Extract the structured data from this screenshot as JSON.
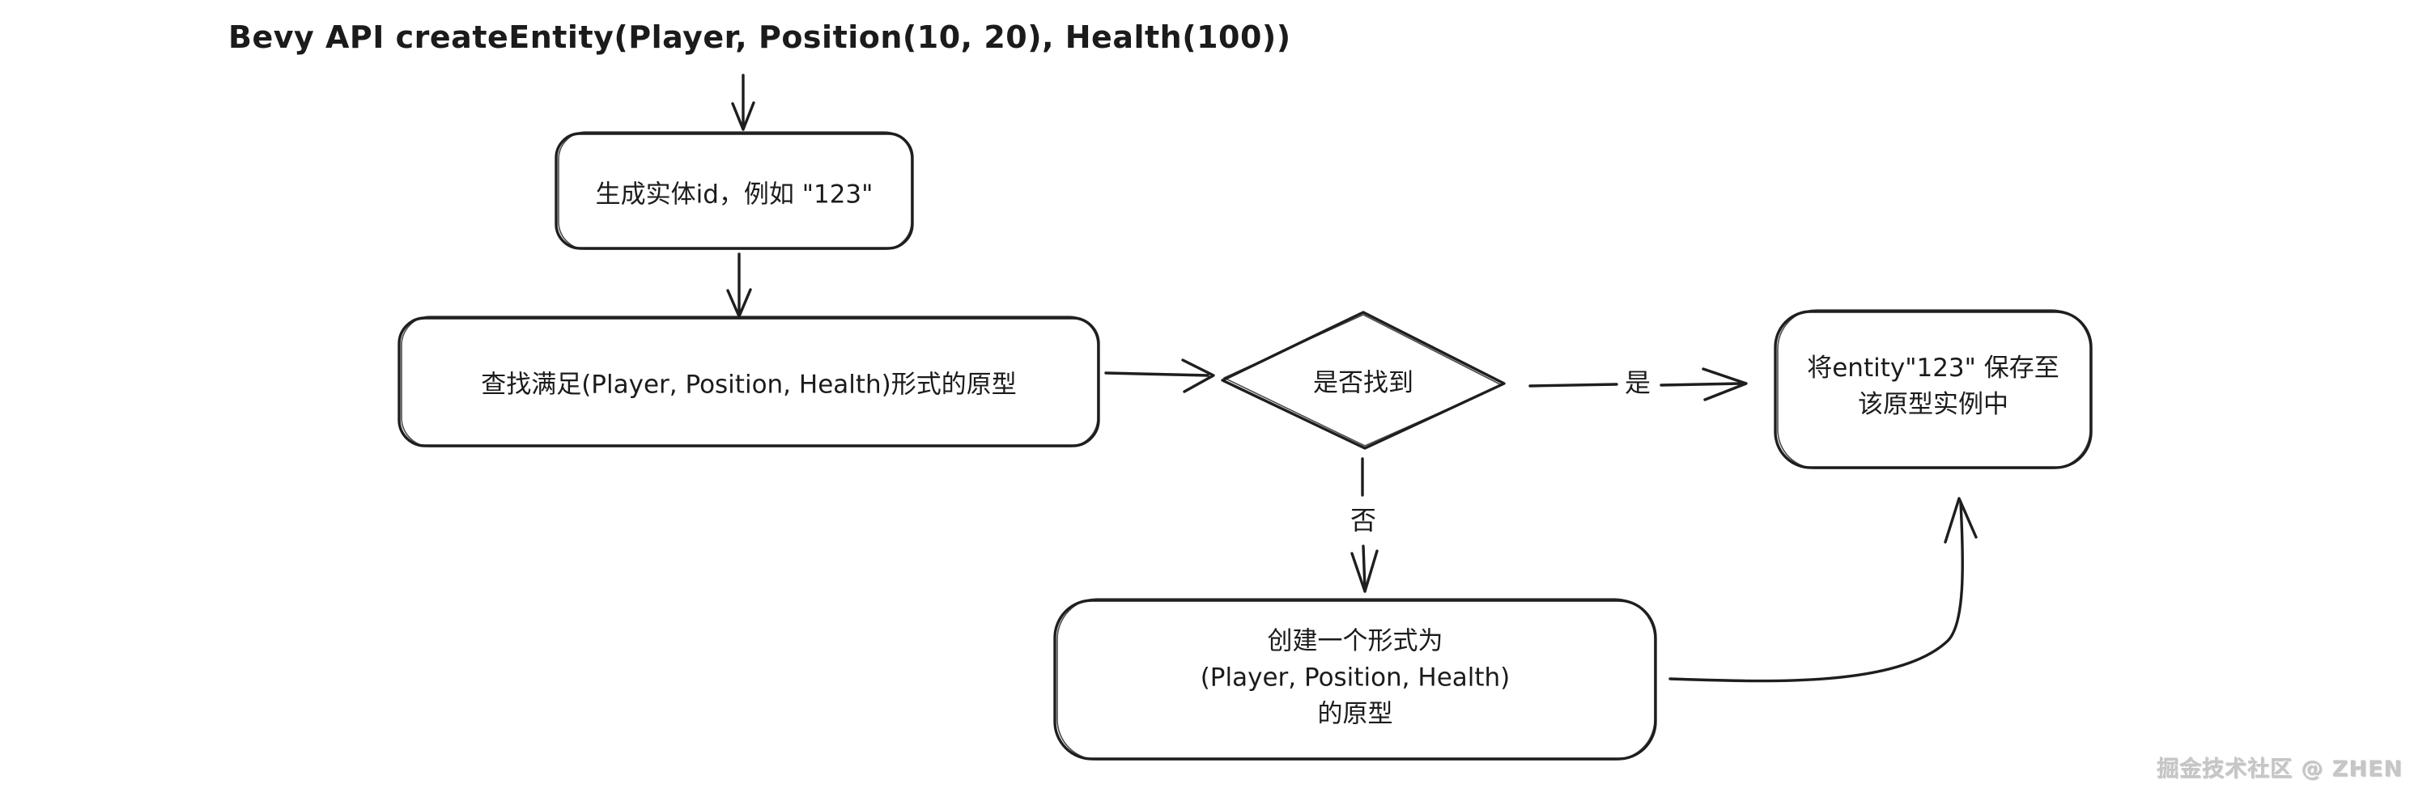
{
  "page": {
    "background_color": "#ffffff",
    "ink_color": "#1e1e1e"
  },
  "title": "Bevy API createEntity(Player, Position(10, 20), Health(100))",
  "flowchart": {
    "nodes": [
      {
        "id": "generate-id",
        "shape": "rounded-rectangle",
        "label": "生成实体id，例如 \"123\""
      },
      {
        "id": "find-archetype",
        "shape": "rounded-rectangle",
        "label": "查找满足(Player, Position, Health)形式的原型"
      },
      {
        "id": "found-decision",
        "shape": "diamond",
        "label": "是否找到"
      },
      {
        "id": "save-entity",
        "shape": "rounded-rectangle",
        "label_lines": [
          "将entity\"123\" 保存至",
          "该原型实例中"
        ]
      },
      {
        "id": "create-archetype",
        "shape": "rounded-rectangle",
        "label_lines": [
          "创建一个形式为",
          "(Player, Position, Health)",
          "的原型"
        ]
      }
    ],
    "edge_labels": {
      "yes": "是",
      "no": "否"
    }
  },
  "watermark": "掘金技术社区 @ ZHEN"
}
